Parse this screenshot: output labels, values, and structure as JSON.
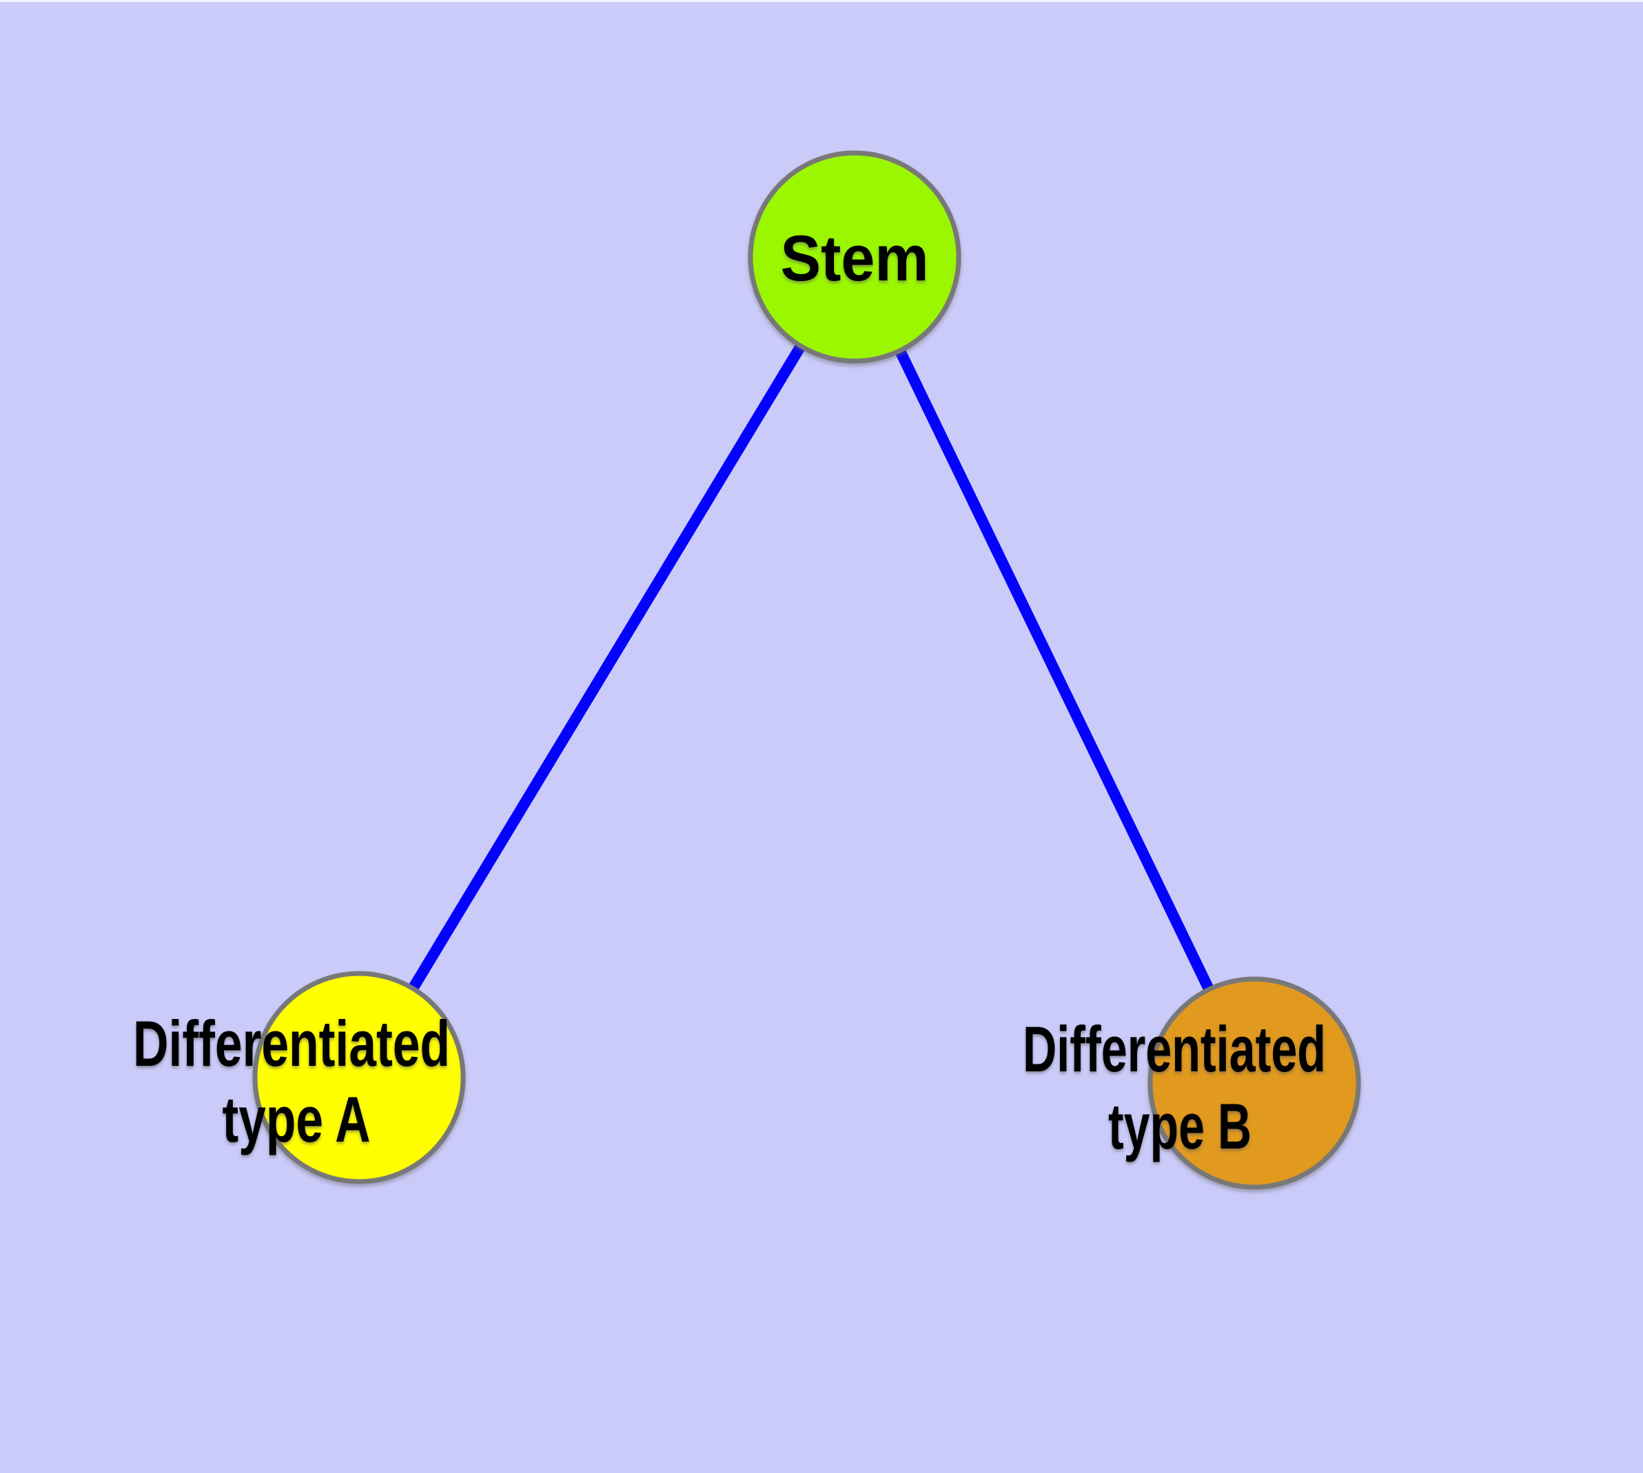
{
  "diagram": {
    "background": "#CBCBFA",
    "top_edge_highlight": "#F2F2FB",
    "edge_color": "#0202FD",
    "node_border_color": "#787878",
    "nodes": {
      "stem": {
        "label": "Stem",
        "fill": "#9BF700"
      },
      "type_a": {
        "line1": "Differentiated",
        "line2": "type A",
        "fill": "#FFFF00"
      },
      "type_b": {
        "line1": "Differentiated",
        "line2": "type B",
        "fill": "#E1991E"
      }
    },
    "edges": [
      {
        "from": "stem",
        "to": "type_a"
      },
      {
        "from": "stem",
        "to": "type_b"
      }
    ]
  }
}
